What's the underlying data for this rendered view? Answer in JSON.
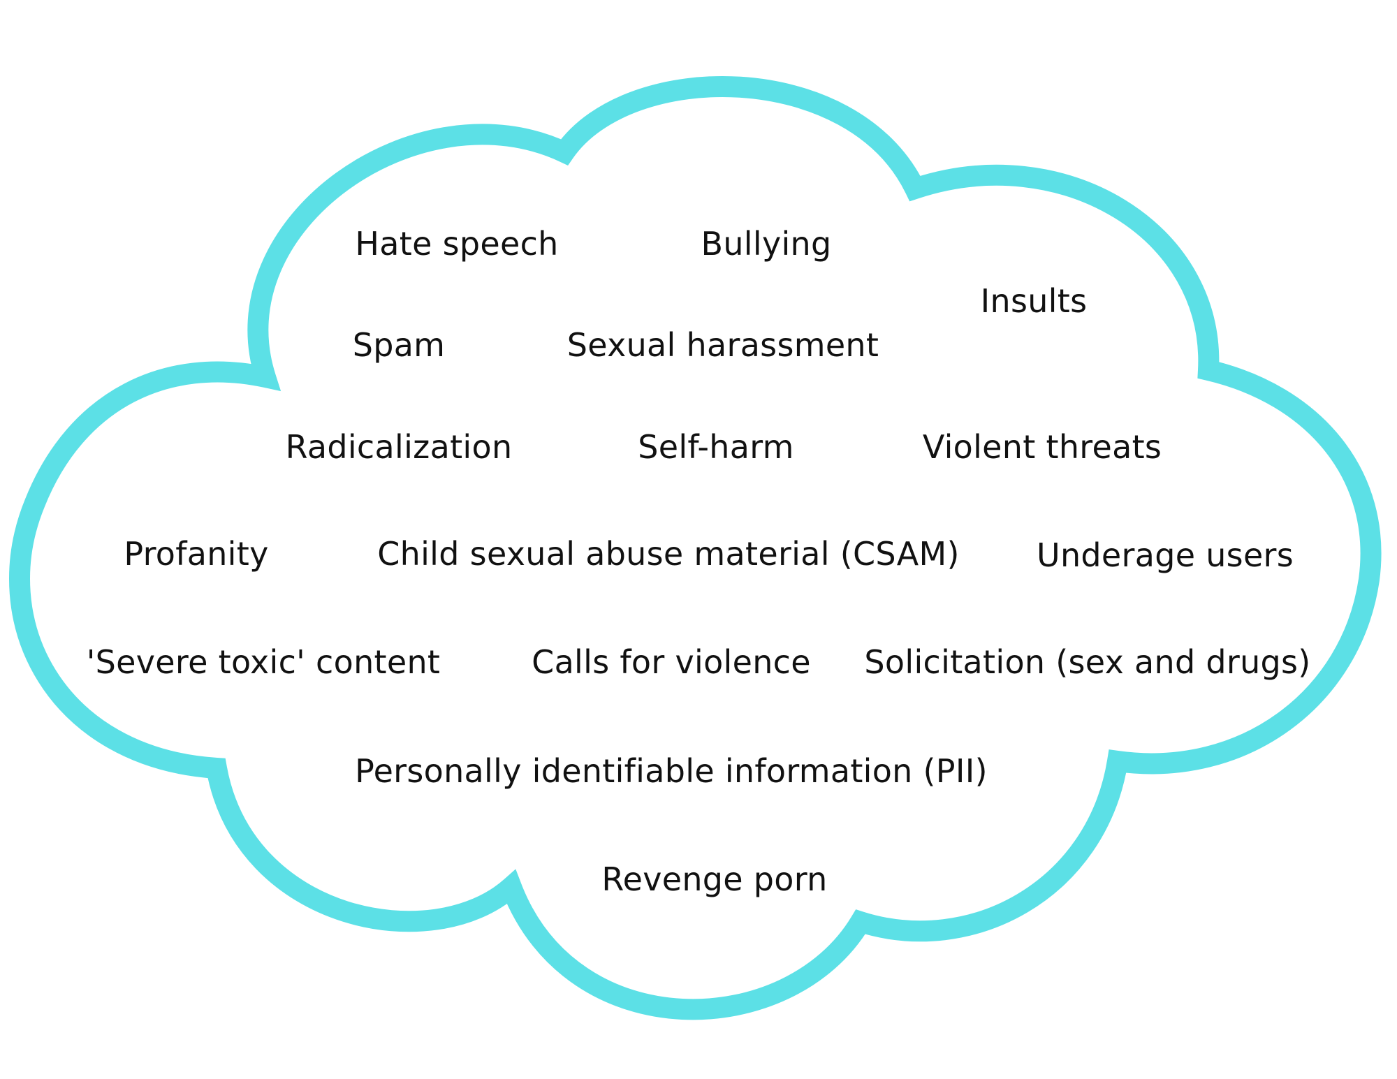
{
  "cloud": {
    "outline_color": "#5CE0E6",
    "fill_color": "#FFFFFF"
  },
  "terms": [
    {
      "id": "hate-speech",
      "text": "Hate speech"
    },
    {
      "id": "bullying",
      "text": "Bullying"
    },
    {
      "id": "insults",
      "text": "Insults"
    },
    {
      "id": "spam",
      "text": "Spam"
    },
    {
      "id": "sexual-harassment",
      "text": "Sexual harassment"
    },
    {
      "id": "radicalization",
      "text": "Radicalization"
    },
    {
      "id": "self-harm",
      "text": "Self-harm"
    },
    {
      "id": "violent-threats",
      "text": "Violent threats"
    },
    {
      "id": "profanity",
      "text": "Profanity"
    },
    {
      "id": "csam",
      "text": "Child sexual abuse material (CSAM)"
    },
    {
      "id": "underage-users",
      "text": "Underage users"
    },
    {
      "id": "severe-toxic",
      "text": "'Severe toxic' content"
    },
    {
      "id": "calls-for-violence",
      "text": "Calls for violence"
    },
    {
      "id": "solicitation",
      "text": "Solicitation (sex and drugs)"
    },
    {
      "id": "pii",
      "text": "Personally identifiable information (PII)"
    },
    {
      "id": "revenge-porn",
      "text": "Revenge porn"
    }
  ]
}
